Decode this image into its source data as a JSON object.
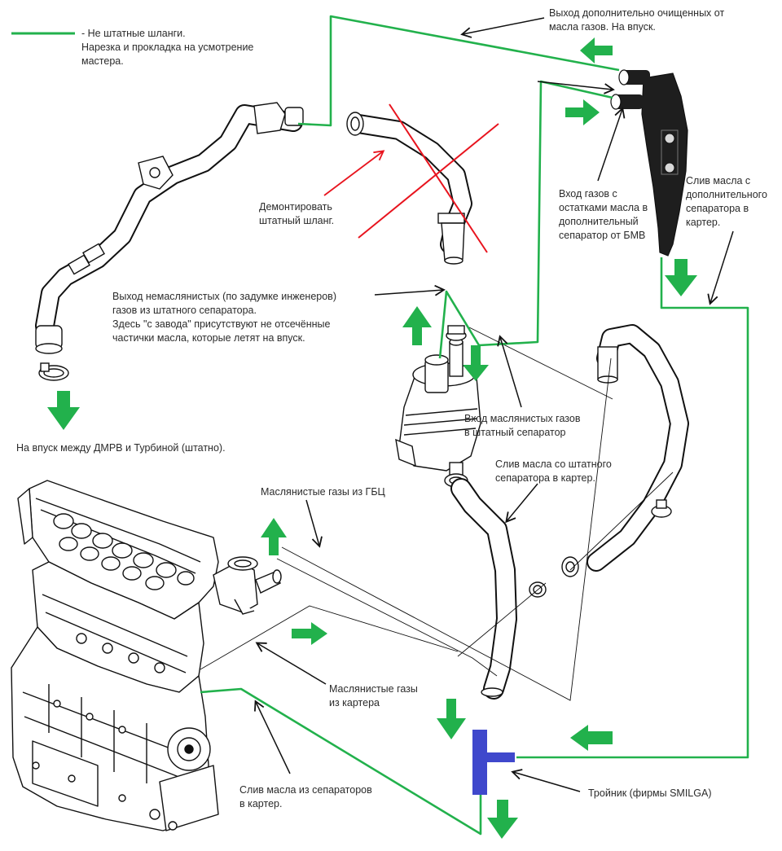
{
  "legend": {
    "line_color": "#22b14c",
    "text": "- Не штатные шланги.\nНарезка и прокладка на усмотрение\nмастера."
  },
  "labels": {
    "outlet_clean": "Выход дополнительно очищенных от\nмасла газов. На впуск.",
    "remove_hose": "Демонтировать\nштатный шланг.",
    "gas_inlet_bmw": "Вход газов с\nостатками масла в\nдополнительный\nсепаратор от БМВ",
    "oil_drain_extra": "Слив масла с\nдополнительного\nсепаратора в\nкартер.",
    "outlet_stock": "Выход немаслянистых (по задумке инженеров)\nгазов из штатного сепаратора.\nЗдесь \"с завода\" присутствуют не отсечённые\nчастички масла, которые летят на впуск.",
    "intake_stock": "На впуск между ДМРВ и Турбиной (штатно).",
    "oily_inlet_stock": "Вход маслянистых газов\nв штатный сепаратор",
    "oil_drain_stock": "Слив масла со штатного\nсепаратора в картер.",
    "oily_gases_head": "Маслянистые газы из ГБЦ",
    "oily_gases_crankcase": "Маслянистые газы\nиз картера",
    "oil_drain_separators": "Слив масла из сепараторов\nв картер.",
    "tee": "Тройник (фирмы SMILGA)"
  },
  "colors": {
    "custom_hose": "#22b14c",
    "arrow_green": "#22b14c",
    "strike_red": "#e8141e",
    "tee_blue": "#3f48cc",
    "separator_dark": "#1e1e1e",
    "line_art": "#111111"
  }
}
